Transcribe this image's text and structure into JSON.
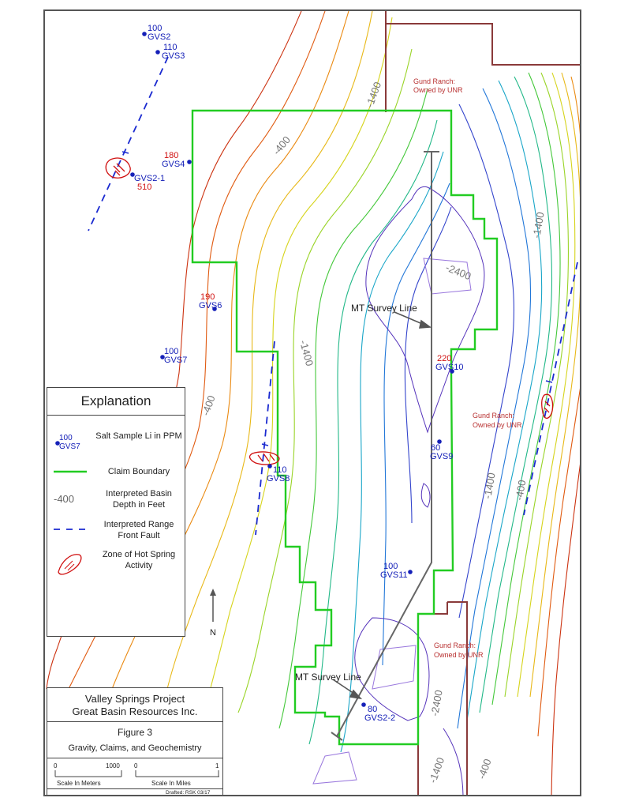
{
  "map": {
    "ranch_label_1": "Gund Ranch:",
    "ranch_label_2": "Owned by UNR",
    "contour_labels": {
      "c1": "-1400",
      "c2": "-400",
      "c3": "-2400",
      "c4": "-1400",
      "c5": "-400",
      "c6": "-1400",
      "c7": "-1400",
      "c8": "-400",
      "c9": "-2400",
      "c10": "-1400",
      "c11": "-400"
    },
    "survey_label": "MT Survey Line",
    "samples": [
      {
        "id": "GVS2",
        "value": "100"
      },
      {
        "id": "GVS3",
        "value": "110"
      },
      {
        "id": "GVS4",
        "value": "180"
      },
      {
        "id": "GVS2-1",
        "value": "510"
      },
      {
        "id": "GVS6",
        "value": "190"
      },
      {
        "id": "GVS7",
        "value": "100"
      },
      {
        "id": "GVS8",
        "value": "110"
      },
      {
        "id": "GVS10",
        "value": "220"
      },
      {
        "id": "GVS9",
        "value": "60"
      },
      {
        "id": "GVS11",
        "value": "100"
      },
      {
        "id": "GVS2-2",
        "value": "80"
      }
    ],
    "north_label": "N"
  },
  "legend": {
    "title": "Explanation",
    "sample_value": "100",
    "sample_id": "GVS7",
    "sample_text": "Salt Sample Li in PPM",
    "claim_text": "Claim Boundary",
    "depth_sym": "-400",
    "depth_text": "Interpreted Basin Depth in Feet",
    "fault_text": "Interpreted Range Front Fault",
    "spring_text": "Zone of Hot Spring Activity"
  },
  "title_block": {
    "project": "Valley Springs Project",
    "company": "Great Basin Resources Inc.",
    "figure": "Figure 3",
    "subtitle": "Gravity, Claims, and Geochemistry",
    "scale_m_0": "0",
    "scale_m_1": "1000",
    "scale_m_label": "Scale In Meters",
    "scale_mi_0": "0",
    "scale_mi_1": "1",
    "scale_mi_label": "Scale In Miles",
    "drafted": "Drafted: RSK 03/17"
  },
  "colors": {
    "claim": "#22cc22",
    "ranch_boundary": "#8a3a3a",
    "fault": "#1a2ad0",
    "sample": "#1520b8",
    "sample_red": "#d01010",
    "hot_spring": "#d01010"
  }
}
